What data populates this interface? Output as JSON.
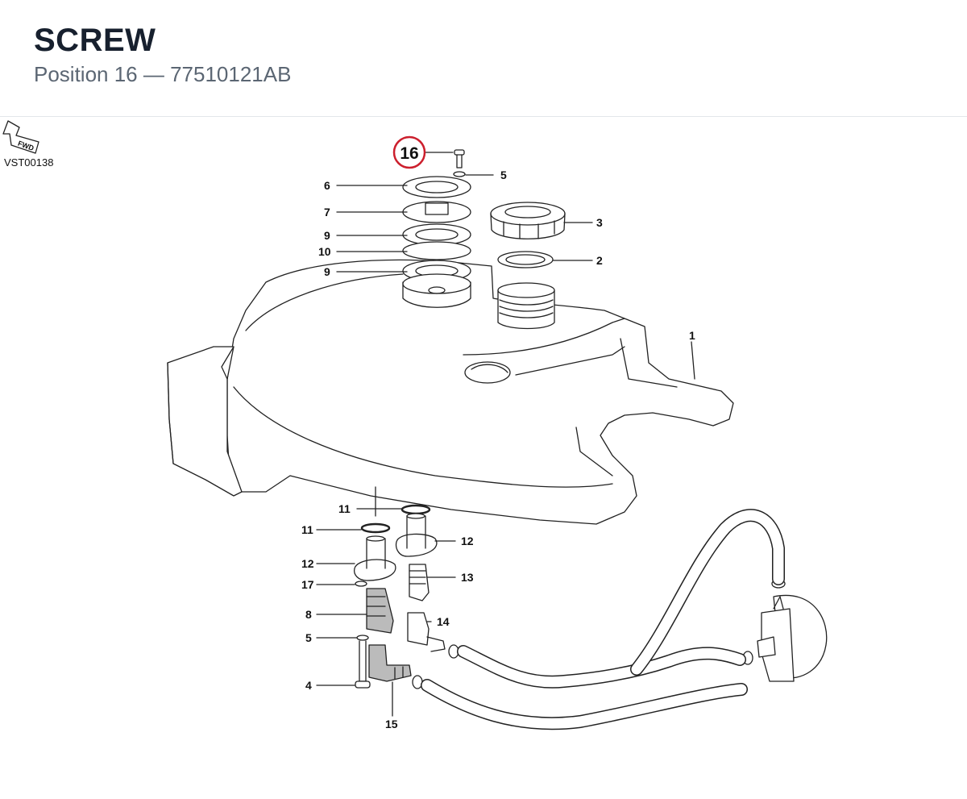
{
  "header": {
    "title": "SCREW",
    "subtitle": "Position 16 — 77510121AB"
  },
  "diagram": {
    "code": "VST00138",
    "fwd_label": "FWD",
    "highlight_color": "#cc1f2d",
    "callouts": {
      "c16": "16",
      "c5a": "5",
      "c6": "6",
      "c7": "7",
      "c9a": "9",
      "c10": "10",
      "c9b": "9",
      "c3": "3",
      "c2": "2",
      "c1": "1",
      "c11a": "11",
      "c11b": "11",
      "c12a": "12",
      "c12b": "12",
      "c13": "13",
      "c17": "17",
      "c8": "8",
      "c14": "14",
      "c5b": "5",
      "c4": "4",
      "c15": "15"
    }
  }
}
